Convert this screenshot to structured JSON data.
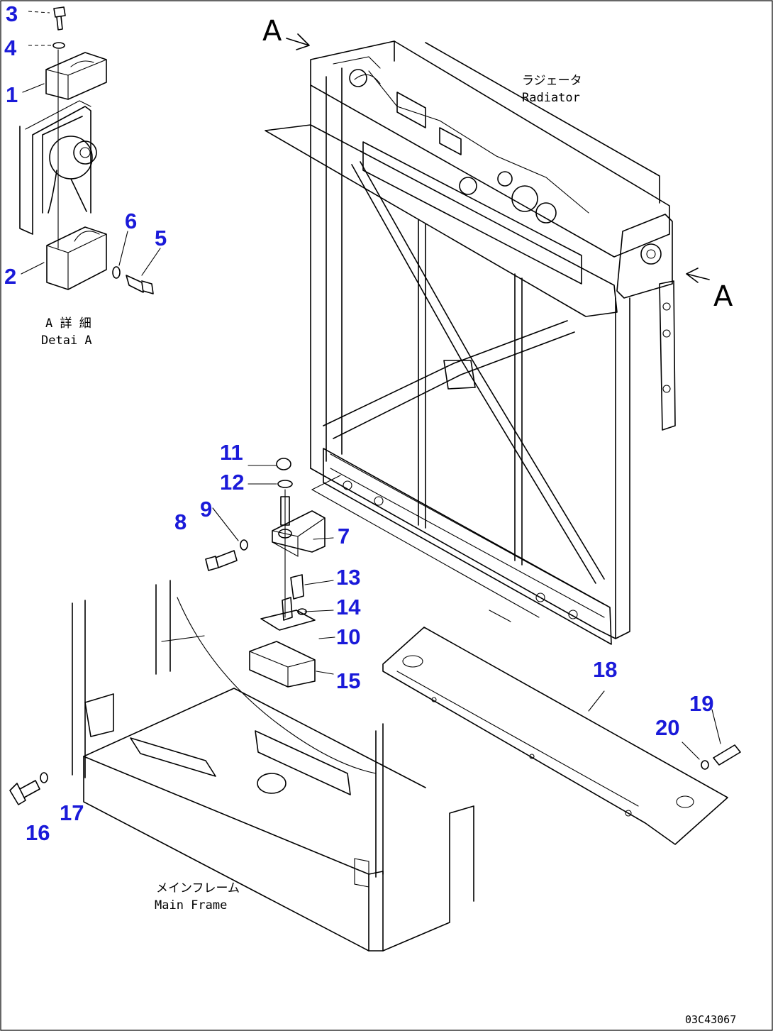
{
  "parts": [
    {
      "no": "1"
    },
    {
      "no": "2"
    },
    {
      "no": "3"
    },
    {
      "no": "4"
    },
    {
      "no": "5"
    },
    {
      "no": "6"
    },
    {
      "no": "7"
    },
    {
      "no": "8"
    },
    {
      "no": "9"
    },
    {
      "no": "10"
    },
    {
      "no": "11"
    },
    {
      "no": "12"
    },
    {
      "no": "13"
    },
    {
      "no": "14"
    },
    {
      "no": "15"
    },
    {
      "no": "16"
    },
    {
      "no": "17"
    },
    {
      "no": "18"
    },
    {
      "no": "19"
    },
    {
      "no": "20"
    }
  ],
  "labels": {
    "radiator_jp": "ラジェータ",
    "radiator_en": "Radiator",
    "detail_jp": "A 詳 細",
    "detail_en": "Detai A",
    "main_frame_jp": "メインフレーム",
    "main_frame_en": "Main Frame",
    "view_mark_top": "A",
    "view_mark_right": "A",
    "drawing_code": "03C43067"
  },
  "colors": {
    "callout_number": "#1a1ad9",
    "line_art": "#000000"
  }
}
